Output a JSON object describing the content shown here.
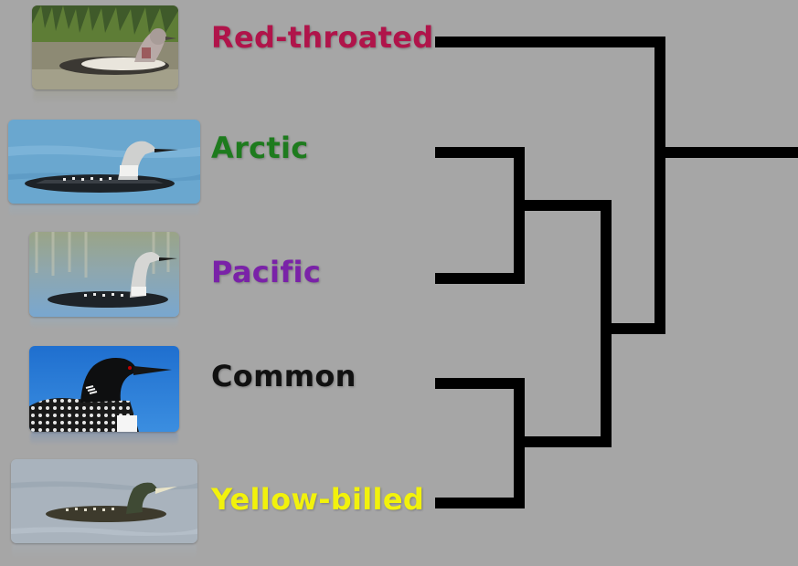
{
  "species": [
    {
      "key": "red-throated",
      "label": "Red-throated",
      "color": "#b0144a",
      "photo_icon": "red-throated-loon-photo"
    },
    {
      "key": "arctic",
      "label": "Arctic",
      "color": "#1e7b1e",
      "photo_icon": "arctic-loon-photo"
    },
    {
      "key": "pacific",
      "label": "Pacific",
      "color": "#7a22a8",
      "photo_icon": "pacific-loon-photo"
    },
    {
      "key": "common",
      "label": "Common",
      "color": "#111111",
      "photo_icon": "common-loon-photo"
    },
    {
      "key": "yellow-billed",
      "label": "Yellow-billed",
      "color": "#f2f20c",
      "photo_icon": "yellow-billed-loon-photo"
    }
  ],
  "tree_color": "#000000",
  "background_color": "#a6a6a6"
}
